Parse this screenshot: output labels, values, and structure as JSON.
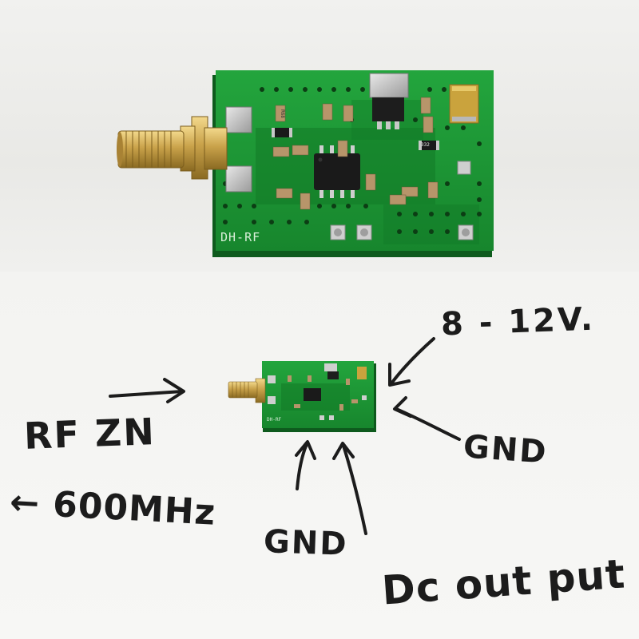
{
  "photo": {
    "board_silkscreen": "DH-RF",
    "component_markings": [
      "R68",
      "332"
    ]
  },
  "annotations": {
    "rf_in": "RF ZN",
    "frequency": "← 600MHz",
    "supply_voltage": "8 - 12V.",
    "gnd_right": "GND",
    "gnd_bottom": "GND",
    "dc_output": "Dc out put"
  },
  "colors": {
    "pcb_green": "#1f9a36",
    "sma_gold": "#c9a24a",
    "ink": "#1c1c1c"
  }
}
